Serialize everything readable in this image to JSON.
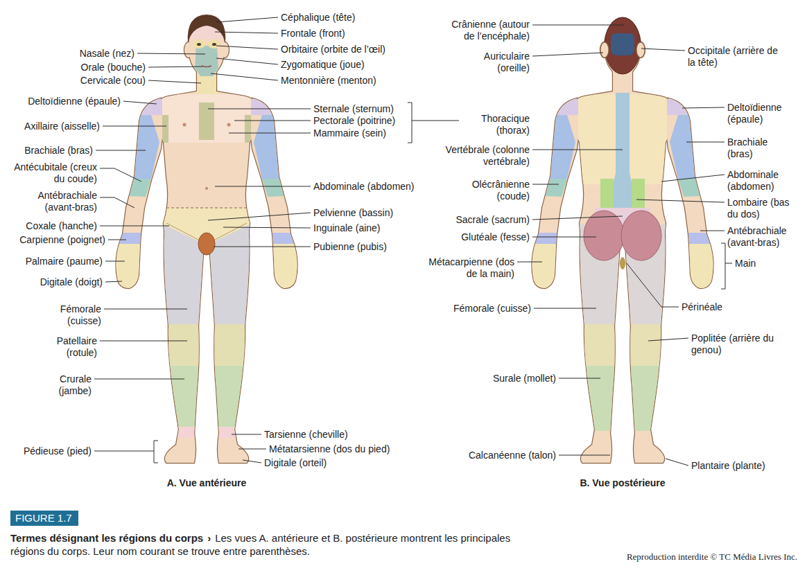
{
  "diagram": {
    "title": "Termes désignant les régions du corps",
    "caption": "Les vues A. antérieure et B. postérieure montrent les principales régions du corps. Leur nom courant se trouve entre parenthèses.",
    "nodes": [
      {
        "text": [
          "FIGURE 1.7"
        ]
      }
    ],
    "labels": [
      "Céphalique (tête)",
      "Frontale (front)",
      "Orbitaire (orbite de l’œil)",
      "Zygomatique (joue)",
      "Mentonnière (menton)",
      "Nasale (nez)",
      "Orale (bouche)",
      "Cervicale (cou)",
      "Deltoïdienne (épaule)",
      "Axillaire (aisselle)",
      "Brachiale (bras)",
      "Antécubitale (creux du coude)",
      "Antébrachiale (avant-bras)",
      "Coxale (hanche)",
      "Carpienne (poignet)",
      "Palmaire (paume)",
      "Digitale (doigt)",
      "Fémorale (cuisse)",
      "Patellaire (rotule)",
      "Crurale (jambe)",
      "Pédieuse (pied)",
      "Sternale (sternum)",
      "Pectorale (poitrine)",
      "Mammaire (sein)",
      "Abdominale (abdomen)",
      "Pelvienne (bassin)",
      "Inguinale (aine)",
      "Pubienne (pubis)",
      "Tarsienne (cheville)",
      "Métatarsienne (dos du pied)",
      "Digitale (orteil)",
      "A. Vue antérieure",
      "Crânienne (autour de l’encéphale)",
      "Auriculaire (oreille)",
      "Thoracique (thorax)",
      "Vertébrale (colonne vertébrale)",
      "Olécrânienne (coude)",
      "Sacrale (sacrum)",
      "Glutéale (fesse)",
      "Métacarpienne (dos de la main)",
      "Fémorale (cuisse)",
      "Surale (mollet)",
      "Calcanéenne (talon)",
      "Occipitale (arrière de la tête)",
      "Deltoïdienne (épaule)",
      "Brachiale (bras)",
      "Abdominale (abdomen)",
      "Lombaire (bas du dos)",
      "Antébrachiale (avant-bras)",
      "Main",
      "Périnéale",
      "Poplitée (arrière du genou)",
      "Plantaire (plante)",
      "B. Vue postérieure",
      "›",
      "Reproduction interdite © TC Média Livres Inc."
    ]
  }
}
